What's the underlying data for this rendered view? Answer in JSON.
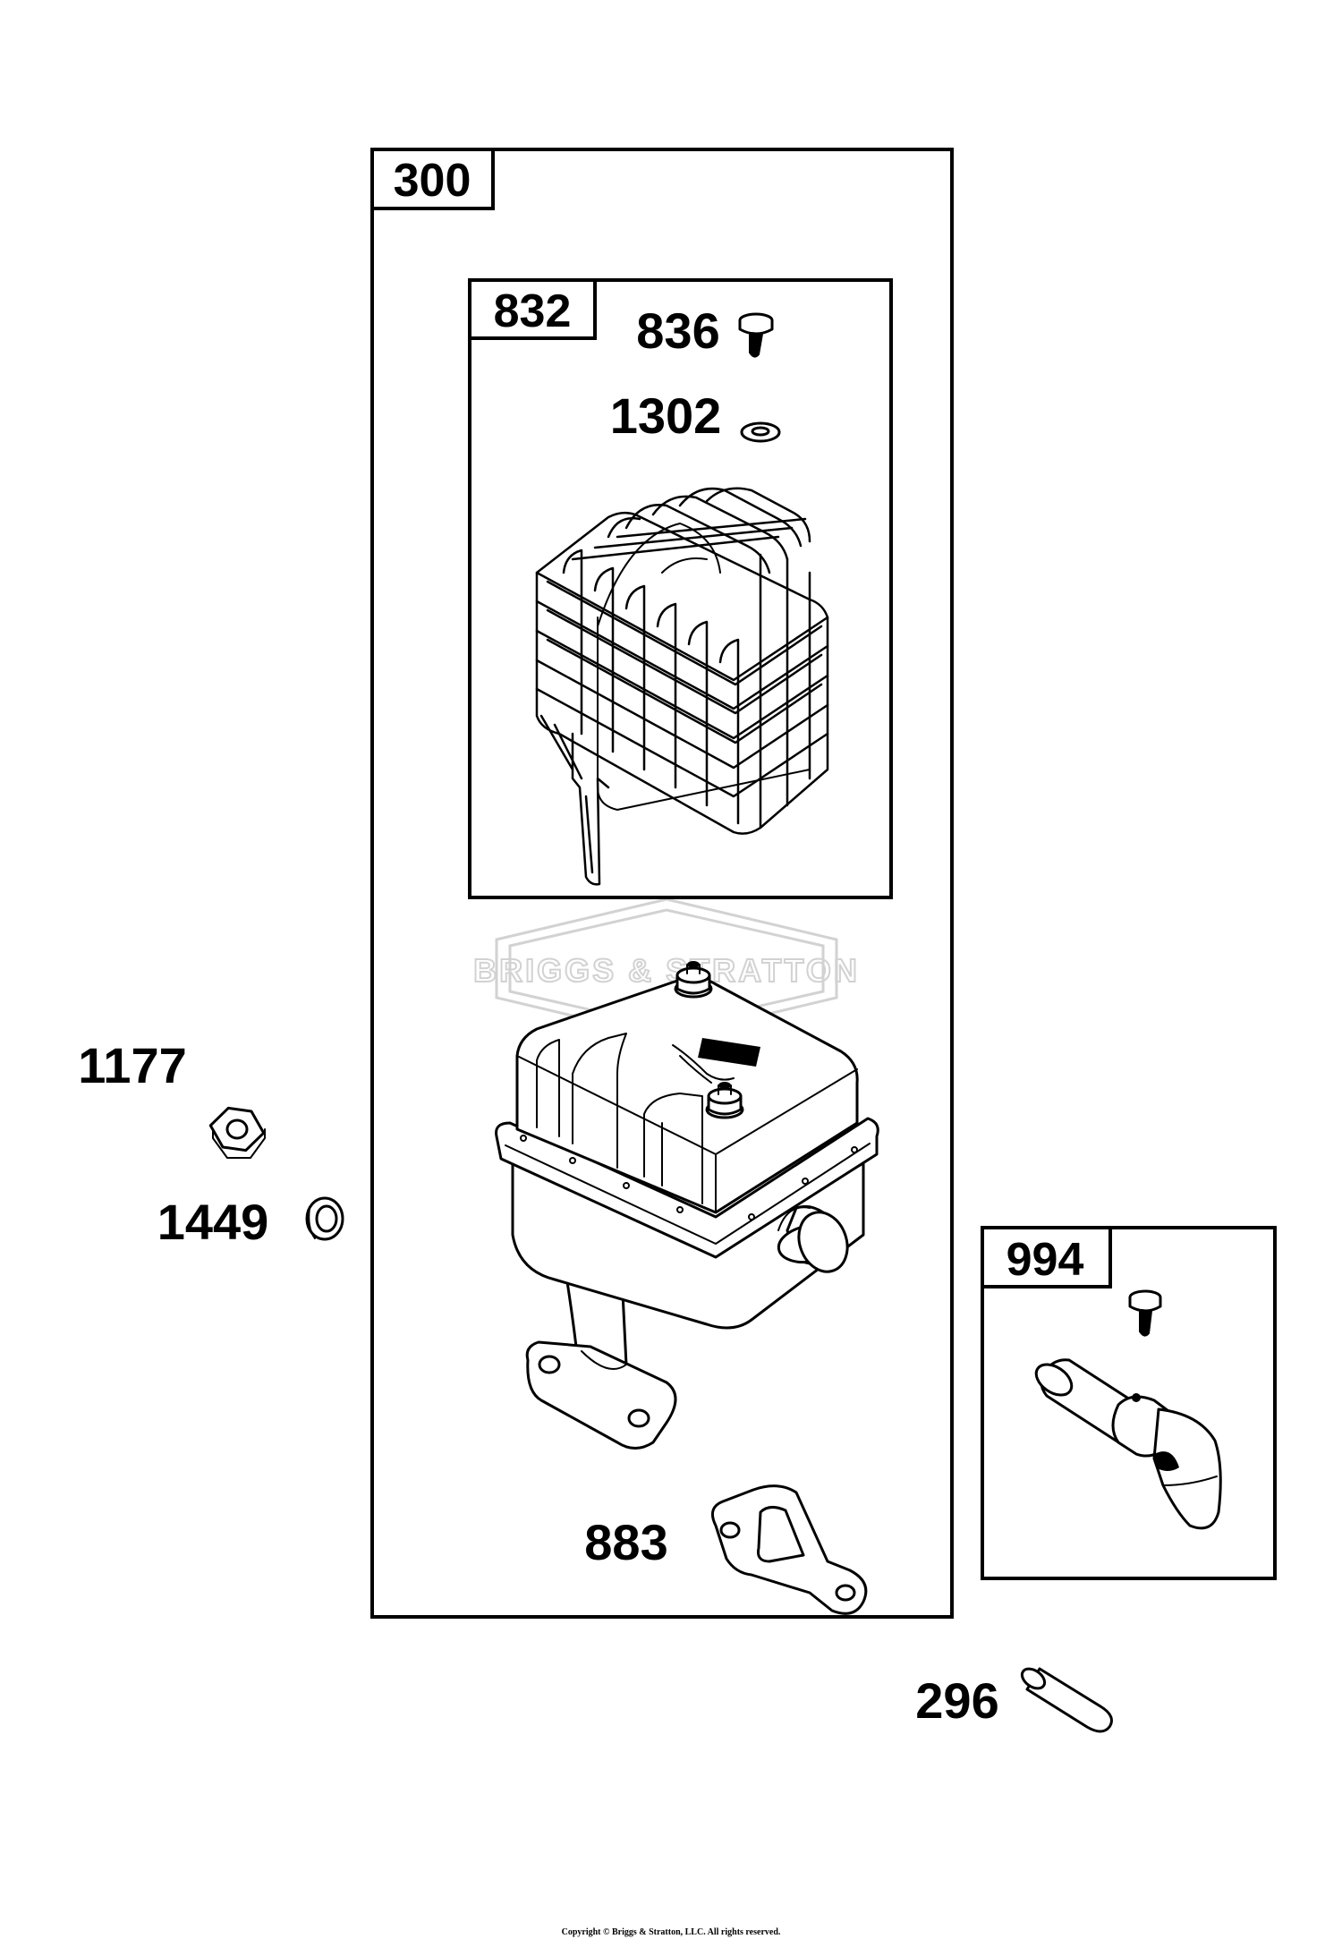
{
  "diagram": {
    "kit_labels": {
      "muffler_kit": "300",
      "guard_kit": "832",
      "deflector_kit": "994"
    },
    "part_labels": {
      "screw_836": "836",
      "washer_1302": "1302",
      "nut_1177": "1177",
      "washer_1449": "1449",
      "gasket_883": "883",
      "pin_296": "296"
    },
    "watermark": "BRIGGS & STRATTON",
    "copyright": "Copyright © Briggs & Stratton, LLC. All rights reserved."
  }
}
